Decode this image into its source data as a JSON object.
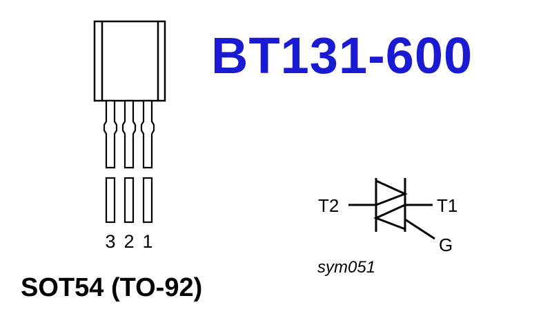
{
  "title": {
    "text": "BT131-600",
    "color": "#1a1ad2"
  },
  "package": {
    "label": "SOT54 (TO-92)",
    "pin_numbers": [
      "3",
      "2",
      "1"
    ]
  },
  "symbol": {
    "terminals": {
      "t2": "T2",
      "t1": "T1",
      "gate": "G"
    },
    "reference": "sym051"
  }
}
